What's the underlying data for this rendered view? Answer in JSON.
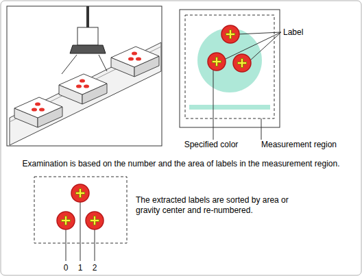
{
  "diagram": {
    "labels": [
      "Label",
      "Specified color",
      "Measurement region",
      "Examination is based on the number and the area of labels in the measurement region.",
      "The extracted labels are sorted by area or gravity center and re-numbered.",
      "0",
      "1",
      "2"
    ]
  }
}
